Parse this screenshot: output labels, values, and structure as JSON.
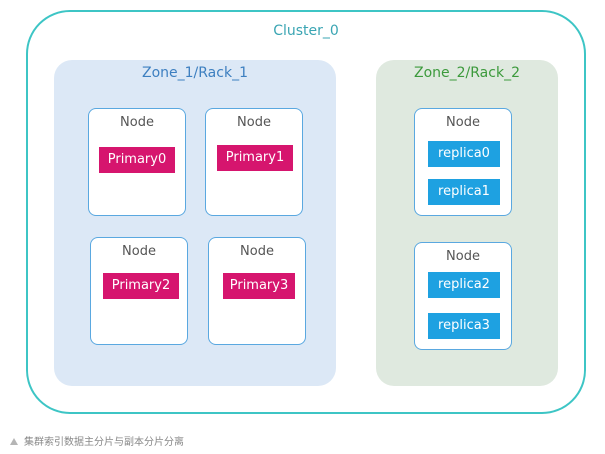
{
  "cluster": {
    "title": "Cluster_0"
  },
  "zones": [
    {
      "title": "Zone_1/Rack_1",
      "nodes": [
        {
          "title": "Node",
          "shards": [
            "Primary0"
          ]
        },
        {
          "title": "Node",
          "shards": [
            "Primary1"
          ]
        },
        {
          "title": "Node",
          "shards": [
            "Primary2"
          ]
        },
        {
          "title": "Node",
          "shards": [
            "Primary3"
          ]
        }
      ]
    },
    {
      "title": "Zone_2/Rack_2",
      "nodes": [
        {
          "title": "Node",
          "shards": [
            "replica0",
            "replica1"
          ]
        },
        {
          "title": "Node",
          "shards": [
            "replica2",
            "replica3"
          ]
        }
      ]
    }
  ],
  "caption": "集群索引数据主分片与副本分片分离",
  "colors": {
    "cluster_border": "#3dc5c5",
    "primary_shard": "#d6156e",
    "replica_shard": "#1ea1e1",
    "zone1_bg": "#dce8f6",
    "zone2_bg": "#dfe9df"
  }
}
